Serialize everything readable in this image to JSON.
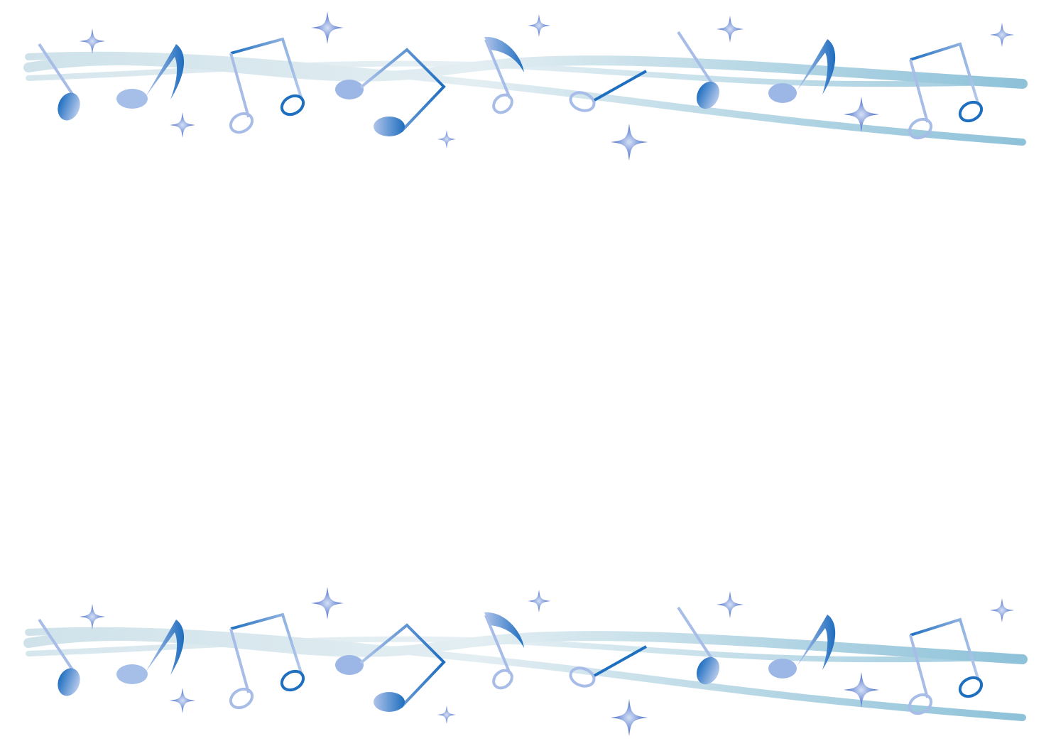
{
  "colors": {
    "background": "#ffffff",
    "wave_light": "#d7e6ec",
    "wave_dark": "#8fc3da",
    "note_dark": "#1f6fc0",
    "note_light": "#a9bfe6",
    "sparkle_dark": "#3a64c4",
    "sparkle_light": "#c6d6f0"
  },
  "decoration": {
    "motif": "music-notes-with-sparkles",
    "bands": [
      "top",
      "bottom"
    ]
  }
}
